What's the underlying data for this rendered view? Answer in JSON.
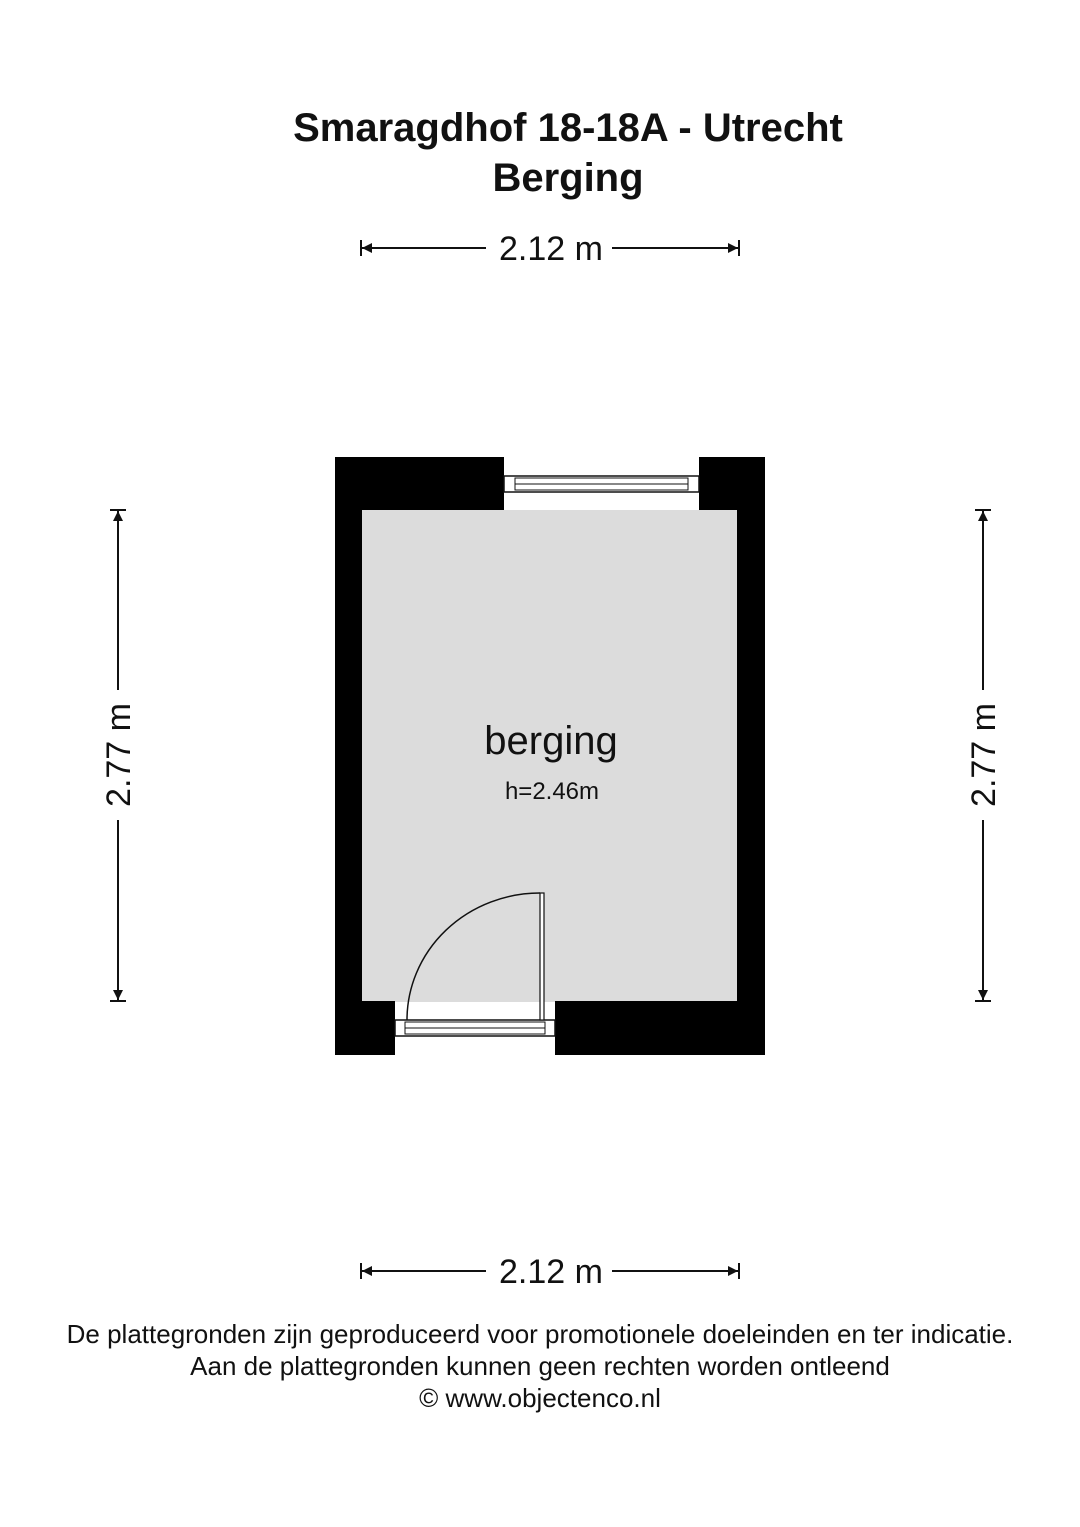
{
  "header": {
    "title": "Smaragdhof 18-18A - Utrecht",
    "subtitle": "Berging"
  },
  "dimensions": {
    "top_width": "2.12 m",
    "bottom_width": "2.12 m",
    "left_depth": "2.77 m",
    "right_depth": "2.77 m"
  },
  "room": {
    "name": "berging",
    "height": "h=2.46m"
  },
  "footer": {
    "line1": "De plattegronden zijn geproduceerd voor promotionele doeleinden en ter indicatie.",
    "line2": "Aan de plattegronden kunnen geen rechten worden ontleend",
    "line3": "© www.objectenco.nl"
  },
  "colors": {
    "wall": "#000000",
    "floor": "#dcdcdc",
    "background": "#ffffff"
  }
}
